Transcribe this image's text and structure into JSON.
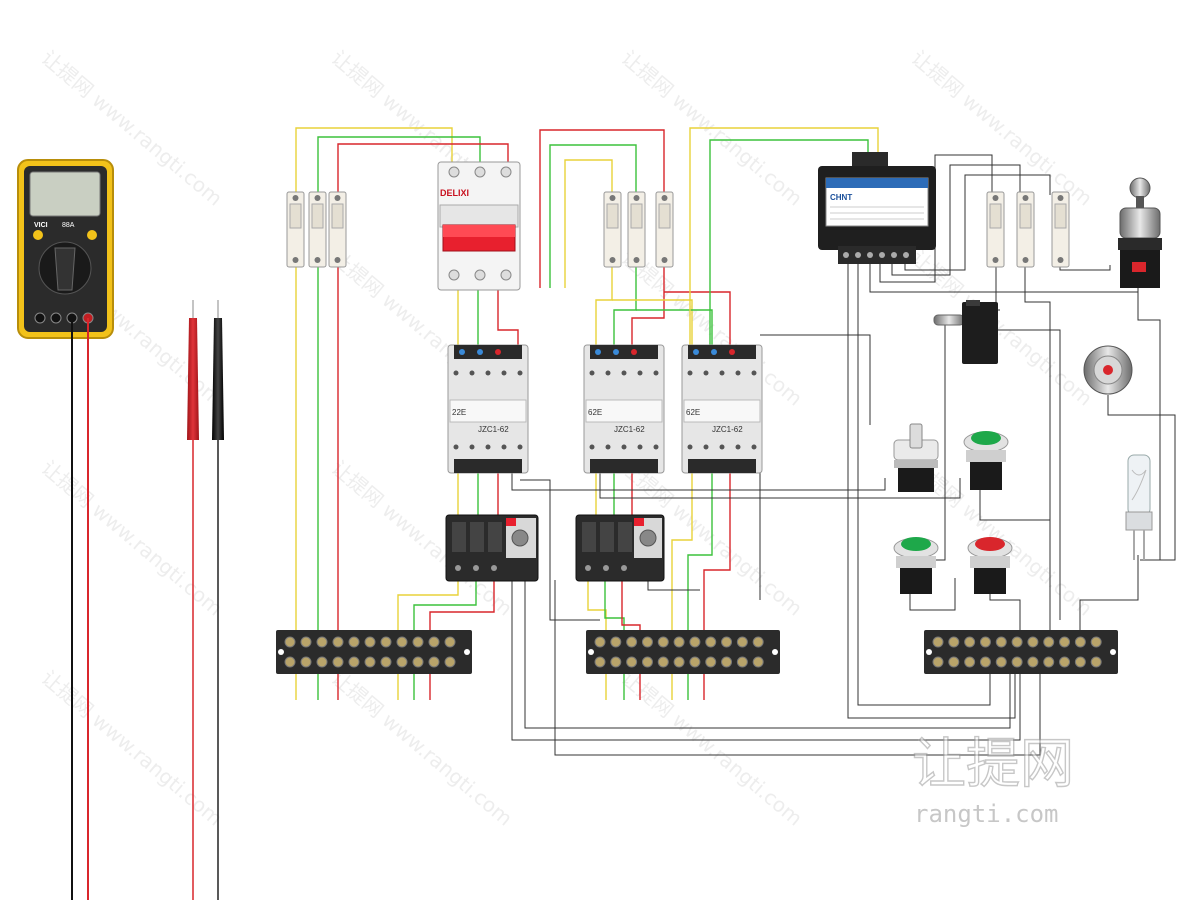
{
  "colors": {
    "wire_yellow": "#e8d23a",
    "wire_green": "#3cc23c",
    "wire_red": "#d9262c",
    "wire_black": "#333333",
    "probe_red": "#d9262c",
    "probe_black": "#222222",
    "meter_body": "#f2c21a",
    "breaker_handle": "#e8202e",
    "button_green": "#1ea84a",
    "button_red": "#d9262c",
    "contactor_body": "#e6e6e6",
    "terminal_block": "#2b2b2b"
  },
  "multimeter": {
    "brand": "VICI",
    "model": "88A",
    "icon": "multimeter-icon"
  },
  "breaker": {
    "brand": "DELIXI",
    "icon": "circuit-breaker-icon"
  },
  "contactors": [
    {
      "label_model": "JZC1-62",
      "label_code": "22E"
    },
    {
      "label_model": "JZC1-62",
      "label_code": "62E"
    },
    {
      "label_model": "JZC1-62",
      "label_code": "62E"
    }
  ],
  "transformer": {
    "brand": "CHNT",
    "icon": "control-transformer-icon"
  },
  "watermark": {
    "logo_text": "让提网",
    "url": "rangti.com",
    "tile_text": "让提网 www.rangti.com"
  },
  "components": {
    "fuse_icon": "fuse-holder-icon",
    "overload_relay_icon": "thermal-overload-relay-icon",
    "terminal_block_icon": "terminal-block-icon",
    "key_switch_icon": "key-switch-icon",
    "limit_switch_icon": "limit-switch-icon",
    "indicator_lamp_icon": "indicator-lamp-icon",
    "halogen_lamp_icon": "halogen-lamp-icon",
    "selector_switch_icon": "selector-switch-icon",
    "push_button_icon": "push-button-icon"
  }
}
